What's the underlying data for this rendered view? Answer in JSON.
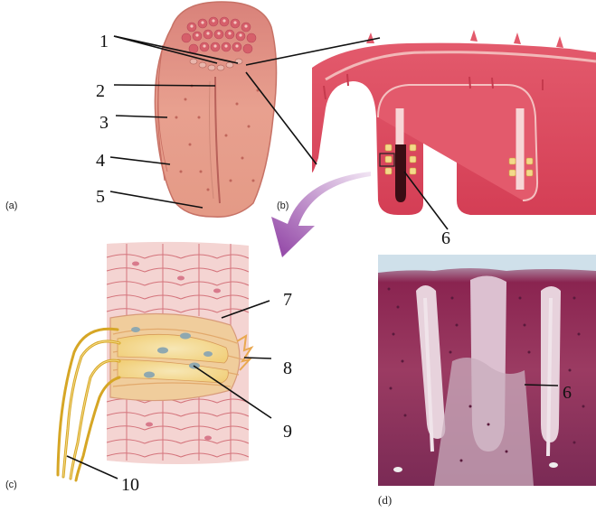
{
  "panels": {
    "a": "(a)",
    "b": "(b)",
    "c": "(c)",
    "d": "(d)"
  },
  "labels": {
    "l1": "1",
    "l2": "2",
    "l3": "3",
    "l4": "4",
    "l5": "5",
    "l6_b": "6",
    "l6_d": "6",
    "l7": "7",
    "l8": "8",
    "l9": "9",
    "l10": "10"
  }
}
